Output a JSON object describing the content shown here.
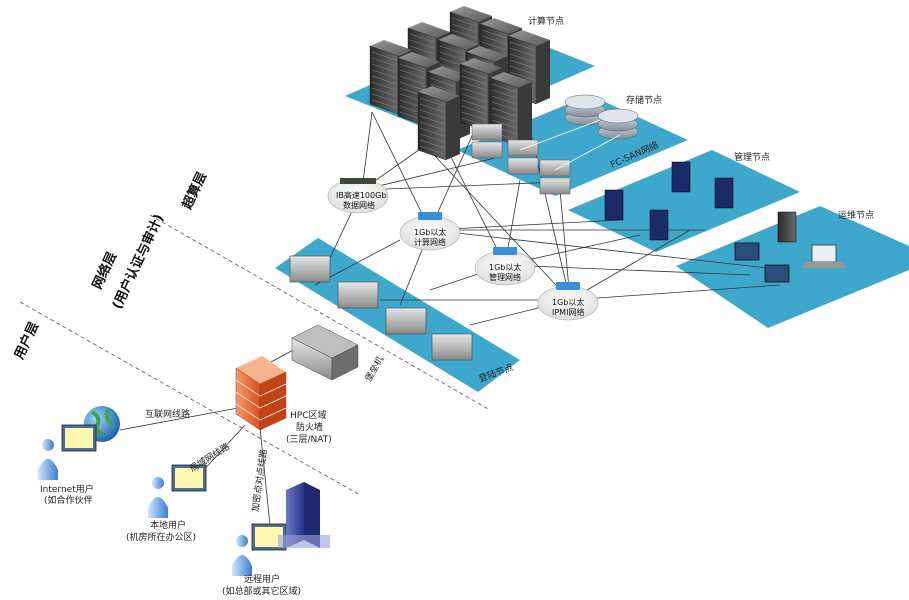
{
  "layers": {
    "super": "超算层",
    "network_line1": "网络层",
    "network_line2": "(用户认证与审计)",
    "user": "用户层"
  },
  "zones": {
    "compute": "计算节点",
    "storage": "存储节点",
    "fcsan": "FC-SAN网络",
    "management": "管理节点",
    "ops": "运维节点",
    "login": "登陆节点",
    "bastion": "堡垒机"
  },
  "clouds": {
    "ib": [
      "IB高速100Gb",
      "数据网络"
    ],
    "compute_net": [
      "1Gb以太",
      "计算网络"
    ],
    "mgmt_net": [
      "1Gb以太",
      "管理网络"
    ],
    "ipmi_net": [
      "1Gb以太",
      "IPMI网络"
    ]
  },
  "firewall": [
    "HPC区域",
    "防火墙",
    "(三层/NAT)"
  ],
  "links": {
    "internet": "互联网线路",
    "lan": "局域网线路",
    "p2p": "加密点对点线路"
  },
  "users": {
    "internet": [
      "Internet用户",
      "(如合作伙伴"
    ],
    "local": [
      "本地用户",
      "(机房所在办公区)"
    ],
    "remote": [
      "远程用户",
      "(如总部或其它区域)"
    ]
  }
}
